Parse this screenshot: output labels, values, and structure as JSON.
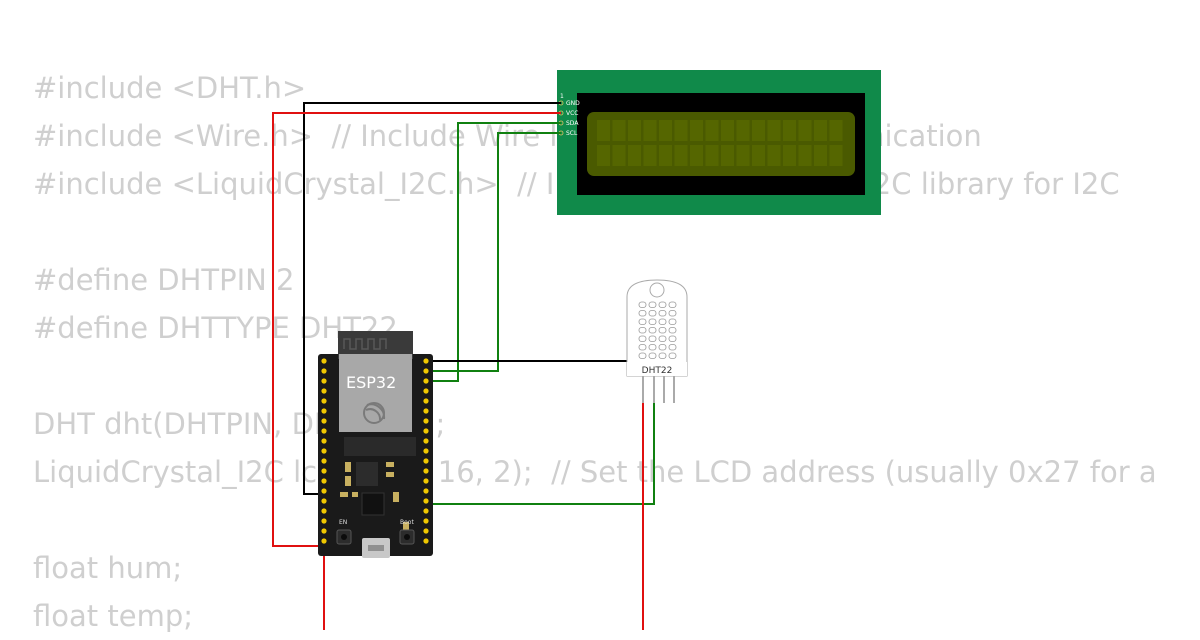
{
  "code_lines": [
    "#include <DHT.h>",
    "#include <Wire.h>  // Include Wire library for I2C communication",
    "#include <LiquidCrystal_I2C.h>  // Include LiquidCrystal_I2C library for I2C",
    "",
    "#define DHTPIN 2",
    "#define DHTTYPE DHT22",
    "",
    "DHT dht(DHTPIN, DHTTYPE);",
    "LiquidCrystal_I2C lcd(0x27, 16, 2);  // Set the LCD address (usually 0x27 for a",
    "",
    "float hum;",
    "float temp;"
  ],
  "lcd": {
    "pin_index": "1",
    "pins": [
      "GND",
      "VCC",
      "SDA",
      "SCL"
    ],
    "body_color": "#108a4a",
    "screen_color": "#4a5a00"
  },
  "esp32": {
    "label": "ESP32",
    "en_label": "EN",
    "boot_label": "Boot"
  },
  "sensor": {
    "label": "DHT22"
  },
  "wire_colors": {
    "gnd": "#000000",
    "vcc": "#e01010",
    "data": "#108010"
  }
}
